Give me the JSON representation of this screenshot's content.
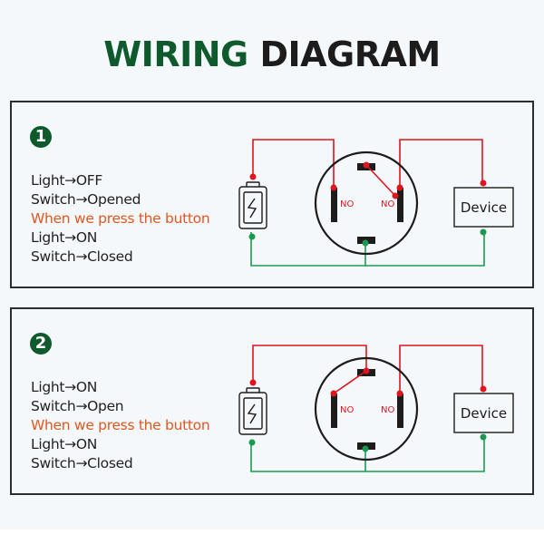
{
  "title": {
    "part1": "WIRING",
    "part2": "DIAGRAM",
    "colors": {
      "part1": "#0e5a2c",
      "part2": "#1c1c1c"
    }
  },
  "colors": {
    "positive_wire": "#e0141e",
    "negative_wire": "#1b9a4f",
    "highlight_text": "#e2571e",
    "badge": "#0e5a2c"
  },
  "panels": [
    {
      "number": "1",
      "lines": [
        {
          "text": "Light→OFF",
          "highlight": false
        },
        {
          "text": "Switch→Opened",
          "highlight": false
        },
        {
          "text": "When we press the button",
          "highlight": true
        },
        {
          "text": "Light→ON",
          "highlight": false
        },
        {
          "text": "Switch→Closed",
          "highlight": false
        }
      ],
      "switch": {
        "left_contact_label": "NO",
        "right_contact_label": "NO",
        "state": "open"
      },
      "device_label": "Device",
      "battery_icon": "battery-charging-icon"
    },
    {
      "number": "2",
      "lines": [
        {
          "text": "Light→ON",
          "highlight": false
        },
        {
          "text": "Switch→Open",
          "highlight": false
        },
        {
          "text": "When we press the button",
          "highlight": true
        },
        {
          "text": "Light→ON",
          "highlight": false
        },
        {
          "text": "Switch→Closed",
          "highlight": false
        }
      ],
      "switch": {
        "left_contact_label": "NO",
        "right_contact_label": "NO",
        "state": "closed"
      },
      "device_label": "Device",
      "battery_icon": "battery-charging-icon"
    }
  ]
}
